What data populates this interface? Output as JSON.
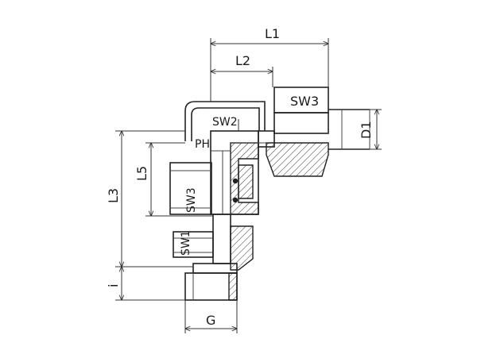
{
  "labels": {
    "l1": "L1",
    "l2": "L2",
    "l3": "L3",
    "l5": "L5",
    "sw2": "SW2",
    "sw3_top": "SW3",
    "sw3_side": "SW3",
    "sw1": "SW1",
    "d1": "D1",
    "ph": "PH",
    "i": "i",
    "g": "G"
  }
}
